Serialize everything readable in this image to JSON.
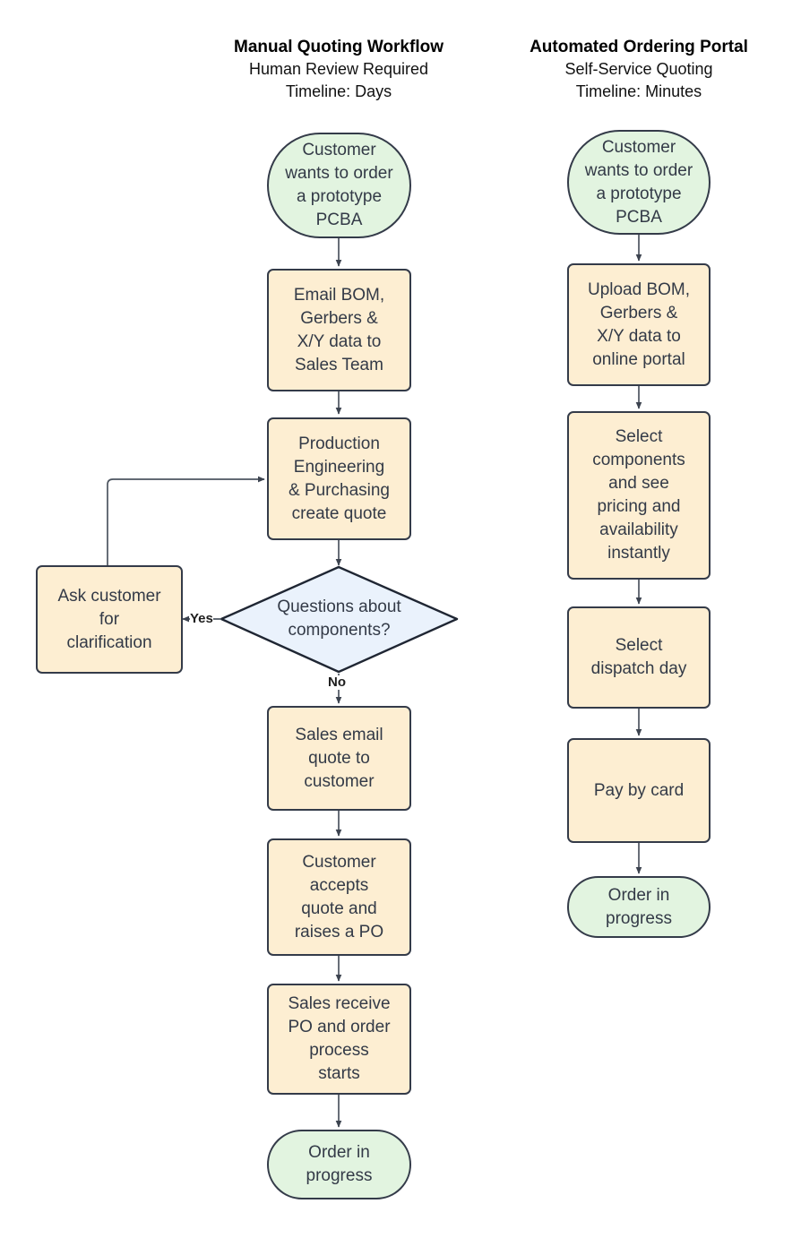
{
  "diagram": {
    "type": "flowchart",
    "orientation": "two-column-comparison",
    "columns": [
      {
        "id": "manual",
        "title": "Manual Quoting Workflow",
        "subtitle_1": "Human Review Required",
        "subtitle_2": "Timeline: Days"
      },
      {
        "id": "automated",
        "title": "Automated Ordering Portal",
        "subtitle_1": "Self-Service Quoting",
        "subtitle_2": "Timeline: Minutes"
      }
    ],
    "colors": {
      "process_fill": "#fdeed2",
      "terminal_fill": "#e2f4e0",
      "decision_fill": "#eaf2fc",
      "node_stroke": "#343b49",
      "text": "#333a47",
      "edge_stroke": "#4d5560",
      "background": "#ffffff"
    },
    "left_nodes": [
      {
        "id": "l1",
        "shape": "terminal",
        "text": "Customer\nwants to order\na prototype\nPCBA"
      },
      {
        "id": "l2",
        "shape": "process",
        "text": "Email BOM,\nGerbers &\nX/Y data to\nSales Team"
      },
      {
        "id": "l3",
        "shape": "process",
        "text": "Production\nEngineering\n& Purchasing\ncreate quote"
      },
      {
        "id": "l4",
        "shape": "decision",
        "text": "Questions about\ncomponents?"
      },
      {
        "id": "l5",
        "shape": "process",
        "text": "Ask customer\nfor\nclarification"
      },
      {
        "id": "l6",
        "shape": "process",
        "text": "Sales email\nquote to\ncustomer"
      },
      {
        "id": "l7",
        "shape": "process",
        "text": "Customer\naccepts\nquote and\nraises a PO"
      },
      {
        "id": "l8",
        "shape": "process",
        "text": "Sales receive\nPO and order\nprocess\nstarts"
      },
      {
        "id": "l9",
        "shape": "terminal",
        "text": "Order in\nprogress"
      }
    ],
    "right_nodes": [
      {
        "id": "r1",
        "shape": "terminal",
        "text": "Customer\nwants to order\na prototype\nPCBA"
      },
      {
        "id": "r2",
        "shape": "process",
        "text": "Upload BOM,\nGerbers &\nX/Y data to\nonline portal"
      },
      {
        "id": "r3",
        "shape": "process",
        "text": "Select\ncomponents\nand see\npricing and\navailability\ninstantly"
      },
      {
        "id": "r4",
        "shape": "process",
        "text": "Select\ndispatch day"
      },
      {
        "id": "r5",
        "shape": "process",
        "text": "Pay by card"
      },
      {
        "id": "r6",
        "shape": "terminal",
        "text": "Order in\nprogress"
      }
    ],
    "edge_labels": {
      "yes": "Yes",
      "no": "No"
    }
  }
}
